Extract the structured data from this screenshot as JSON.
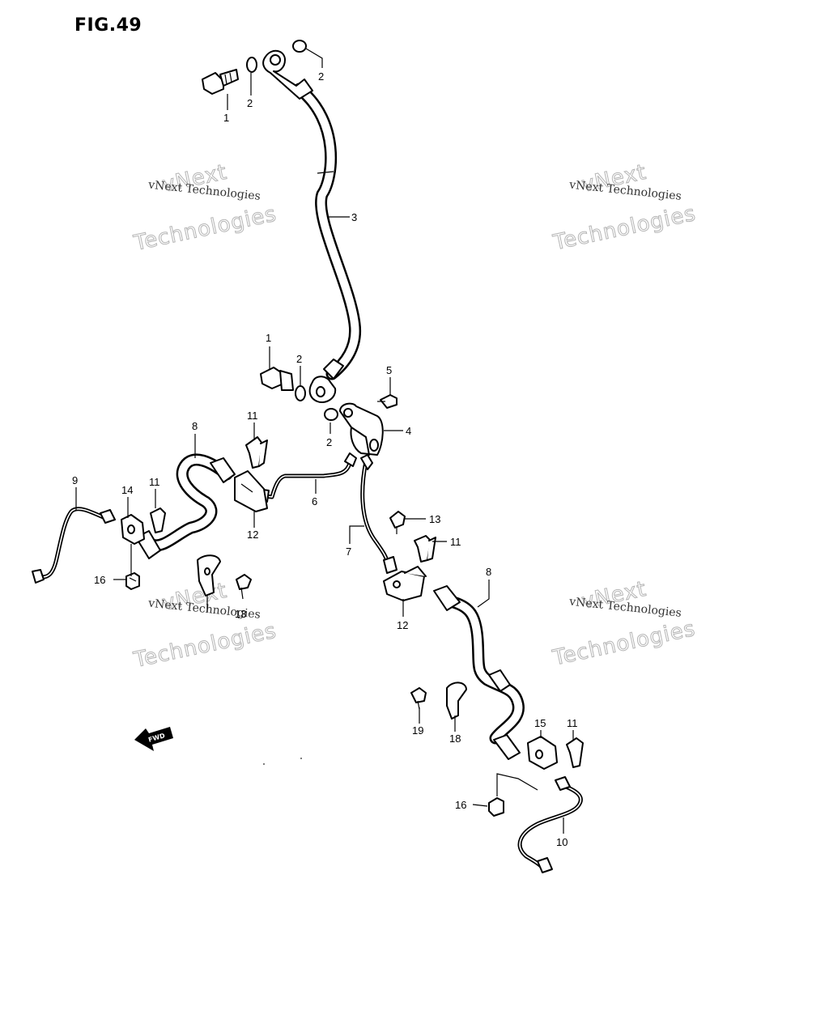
{
  "figure": {
    "title": "FIG.49"
  },
  "watermark": {
    "line1": "vNext",
    "line2": "vNext Technologies",
    "line3": "Technologies"
  },
  "arrow_label": "FWD",
  "callouts": {
    "c1a": "1",
    "c2a": "2",
    "c2b": "2",
    "c3": "3",
    "c1b": "1",
    "c2c": "2",
    "c5": "5",
    "c2d": "2",
    "c4": "4",
    "c8a": "8",
    "c11a": "11",
    "c9": "9",
    "c14": "14",
    "c11b": "11",
    "c6": "6",
    "c12a": "12",
    "c16a": "16",
    "c13a": "13",
    "c13b": "13",
    "c7": "7",
    "c11c": "11",
    "c8b": "8",
    "c12b": "12",
    "c19": "19",
    "c18": "18",
    "c15": "15",
    "c11d": "11",
    "c16b": "16",
    "c10": "10"
  }
}
